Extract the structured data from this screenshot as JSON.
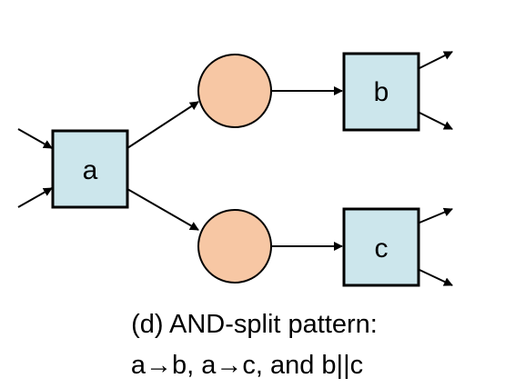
{
  "diagram": {
    "nodes": {
      "a": "a",
      "b": "b",
      "c": "c"
    },
    "colors": {
      "transition_fill": "#cce6ec",
      "place_fill": "#f7c7a4",
      "stroke": "#000000"
    },
    "caption_line1": "(d) AND-split pattern:",
    "caption_line2": "a→b, a→c, and b||c"
  }
}
